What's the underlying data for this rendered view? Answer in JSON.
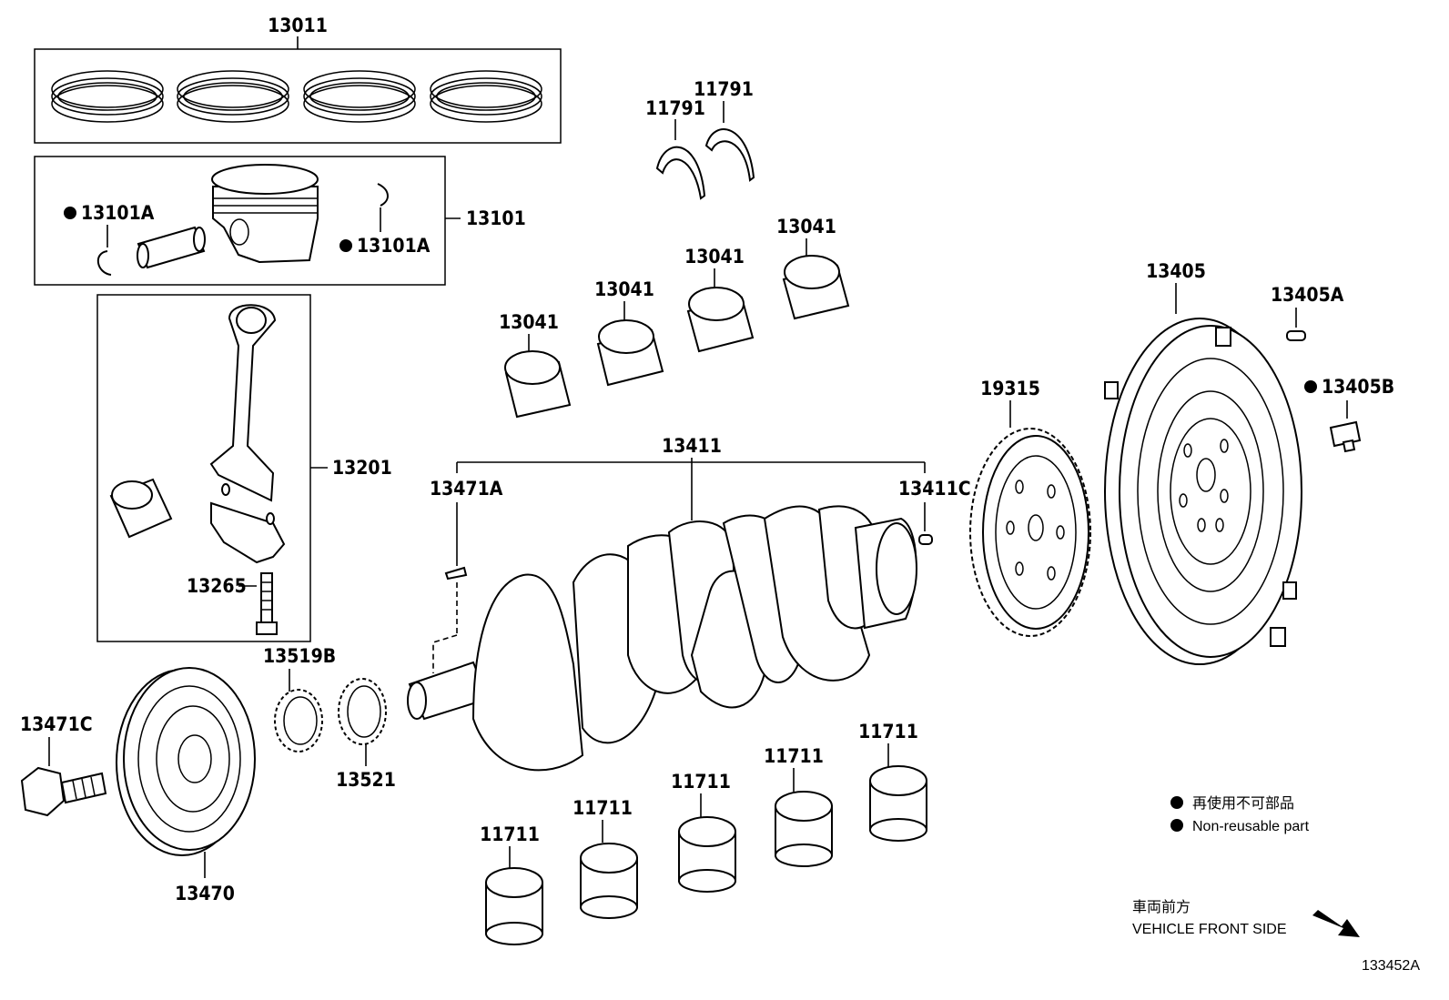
{
  "parts": {
    "p13011": "13011",
    "p13101": "13101",
    "p13101A_left": "13101A",
    "p13101A_right": "13101A",
    "p13201": "13201",
    "p13265": "13265",
    "p11791_a": "11791",
    "p11791_b": "11791",
    "p13041_1": "13041",
    "p13041_2": "13041",
    "p13041_3": "13041",
    "p13041_4": "13041",
    "p13411": "13411",
    "p13471A": "13471A",
    "p13411C": "13411C",
    "p19315": "19315",
    "p13405": "13405",
    "p13405A": "13405A",
    "p13405B": "13405B",
    "p13519B": "13519B",
    "p13521": "13521",
    "p13471C": "13471C",
    "p13470": "13470",
    "p11711_1": "11711",
    "p11711_2": "11711",
    "p11711_3": "11711",
    "p11711_4": "11711",
    "p11711_5": "11711"
  },
  "legend": {
    "jp": "再使用不可部品",
    "en": "Non-reusable part"
  },
  "direction": {
    "jp": "車両前方",
    "en": "VEHICLE FRONT SIDE"
  },
  "figure_id": "133452A"
}
